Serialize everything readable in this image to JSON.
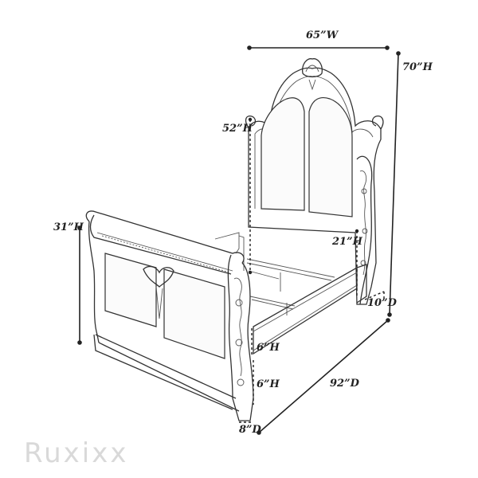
{
  "dimensions": {
    "width": "65”W",
    "height": "70”H",
    "headboard_height": "52”H",
    "footboard_height": "31”H",
    "rail_clearance": "21”H",
    "headboard_depth": "10”D",
    "side_rail_height": "6”H",
    "under_clearance": "6”H",
    "length": "92”D",
    "footboard_depth": "8”D"
  },
  "watermark": "Ruxixx"
}
